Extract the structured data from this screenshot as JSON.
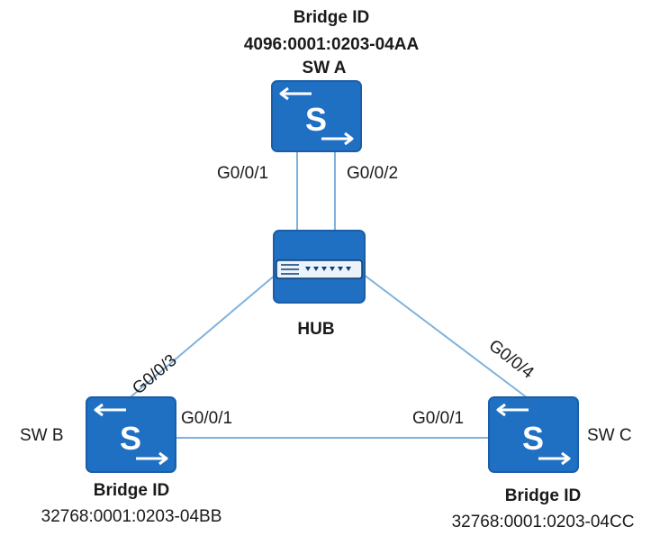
{
  "colors": {
    "switch_fill": "#1f6fc2",
    "switch_border": "#1a5ea8",
    "link": "#7fb2dc",
    "text": "#1a1a1a"
  },
  "switch_a": {
    "name": "SW A",
    "bridge_id_label": "Bridge ID",
    "bridge_id_value": "4096:0001:0203-04AA",
    "ports": [
      "G0/0/1",
      "G0/0/2"
    ],
    "icon": "switch-icon"
  },
  "switch_b": {
    "name": "SW B",
    "bridge_id_label": "Bridge ID",
    "bridge_id_value": "32768:0001:0203-04BB",
    "ports": [
      "G0/0/3",
      "G0/0/1"
    ],
    "icon": "switch-icon"
  },
  "switch_c": {
    "name": "SW C",
    "bridge_id_label": "Bridge ID",
    "bridge_id_value": "32768:0001:0203-04CC",
    "ports": [
      "G0/0/4",
      "G0/0/1"
    ],
    "icon": "switch-icon"
  },
  "hub": {
    "name": "HUB",
    "icon": "hub-icon"
  }
}
